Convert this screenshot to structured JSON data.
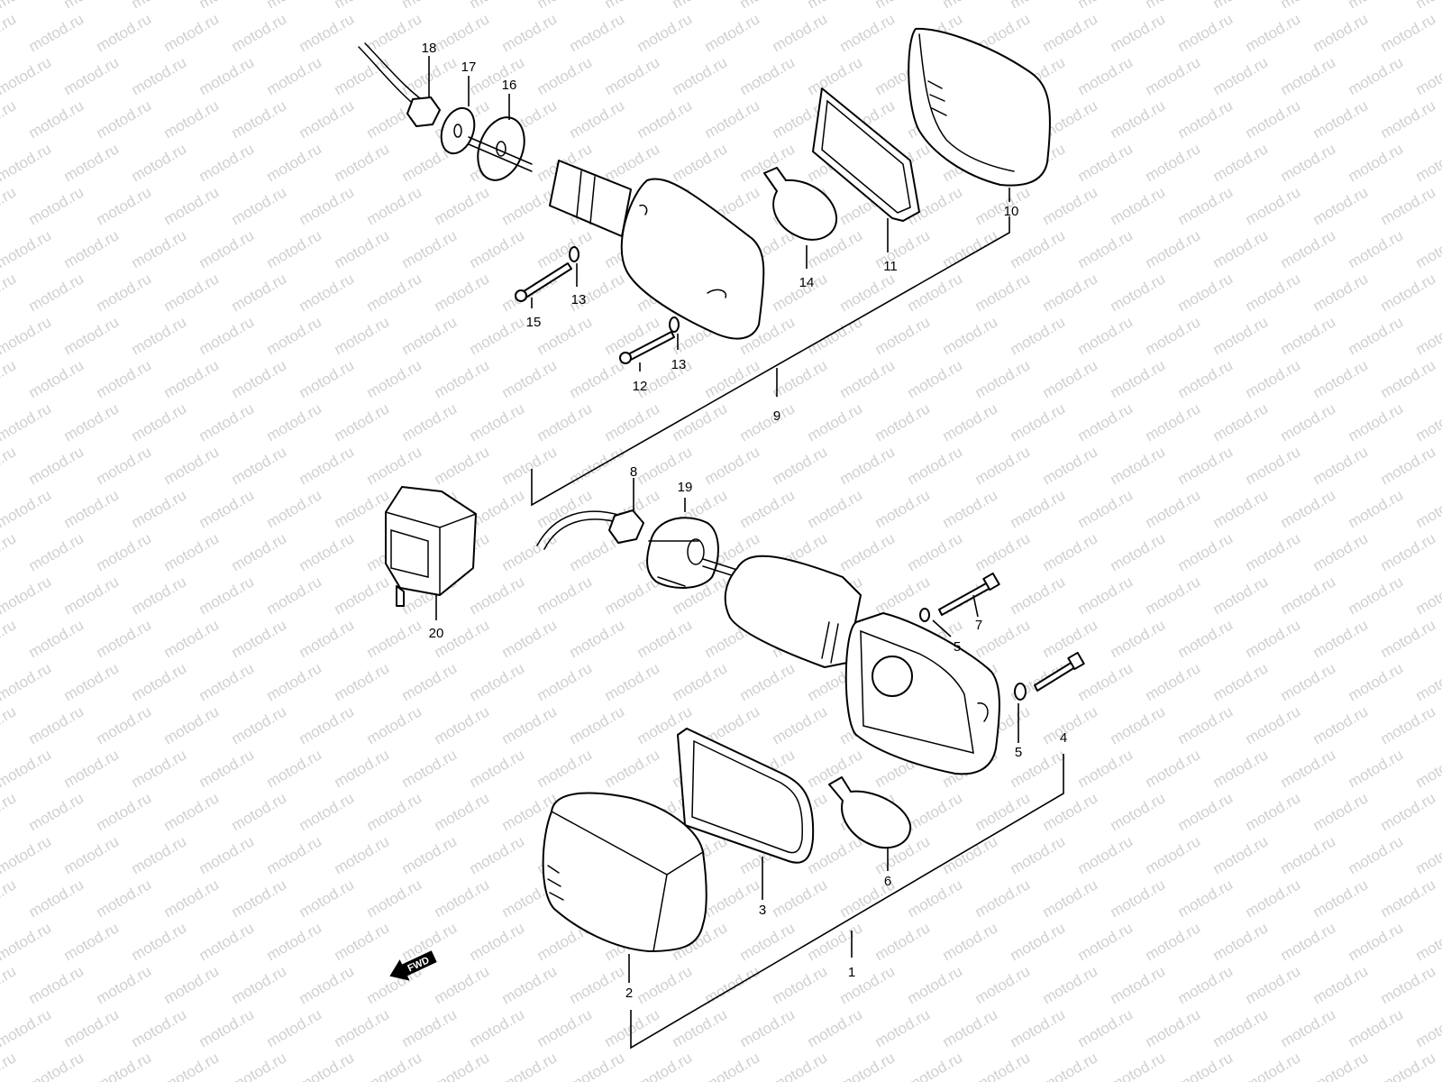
{
  "watermark": "motod.ru",
  "direction_indicator": {
    "label": "FWD",
    "icon": "fwd-arrow-icon"
  },
  "callouts": [
    {
      "id": "1",
      "label": "1"
    },
    {
      "id": "2",
      "label": "2"
    },
    {
      "id": "3",
      "label": "3"
    },
    {
      "id": "4",
      "label": "4"
    },
    {
      "id": "5a",
      "label": "5"
    },
    {
      "id": "5b",
      "label": "5"
    },
    {
      "id": "6",
      "label": "6"
    },
    {
      "id": "7",
      "label": "7"
    },
    {
      "id": "8",
      "label": "8"
    },
    {
      "id": "9",
      "label": "9"
    },
    {
      "id": "10",
      "label": "10"
    },
    {
      "id": "11",
      "label": "11"
    },
    {
      "id": "12",
      "label": "12"
    },
    {
      "id": "13a",
      "label": "13"
    },
    {
      "id": "13b",
      "label": "13"
    },
    {
      "id": "14",
      "label": "14"
    },
    {
      "id": "15",
      "label": "15"
    },
    {
      "id": "16",
      "label": "16"
    },
    {
      "id": "17",
      "label": "17"
    },
    {
      "id": "18",
      "label": "18"
    },
    {
      "id": "19",
      "label": "19"
    },
    {
      "id": "20",
      "label": "20"
    }
  ],
  "colors": {
    "line": "#000000",
    "background": "#ffffff",
    "watermark": "#d0d0d0"
  }
}
